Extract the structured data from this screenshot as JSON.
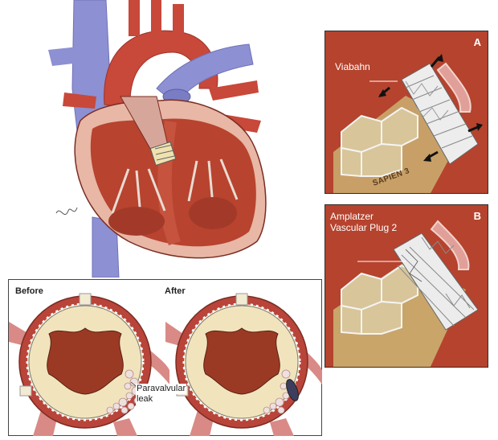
{
  "panel_a": {
    "letter": "A",
    "device_label": "Viabahn",
    "valve_label": "SAPIEN 3"
  },
  "panel_b": {
    "letter": "B",
    "device_label_line1": "Amplatzer",
    "device_label_line2": "Vascular Plug 2"
  },
  "bottom": {
    "before_label": "Before",
    "after_label": "After",
    "leak_label_line1": "Paravalvular",
    "leak_label_line2": "leak"
  },
  "colors": {
    "panel_bg": "#b5432e",
    "muscle": "#c0503a",
    "vein_blue": "#8c8fd0",
    "valve_cream": "#efe2b0",
    "stent_gray": "#d9d9d9"
  }
}
